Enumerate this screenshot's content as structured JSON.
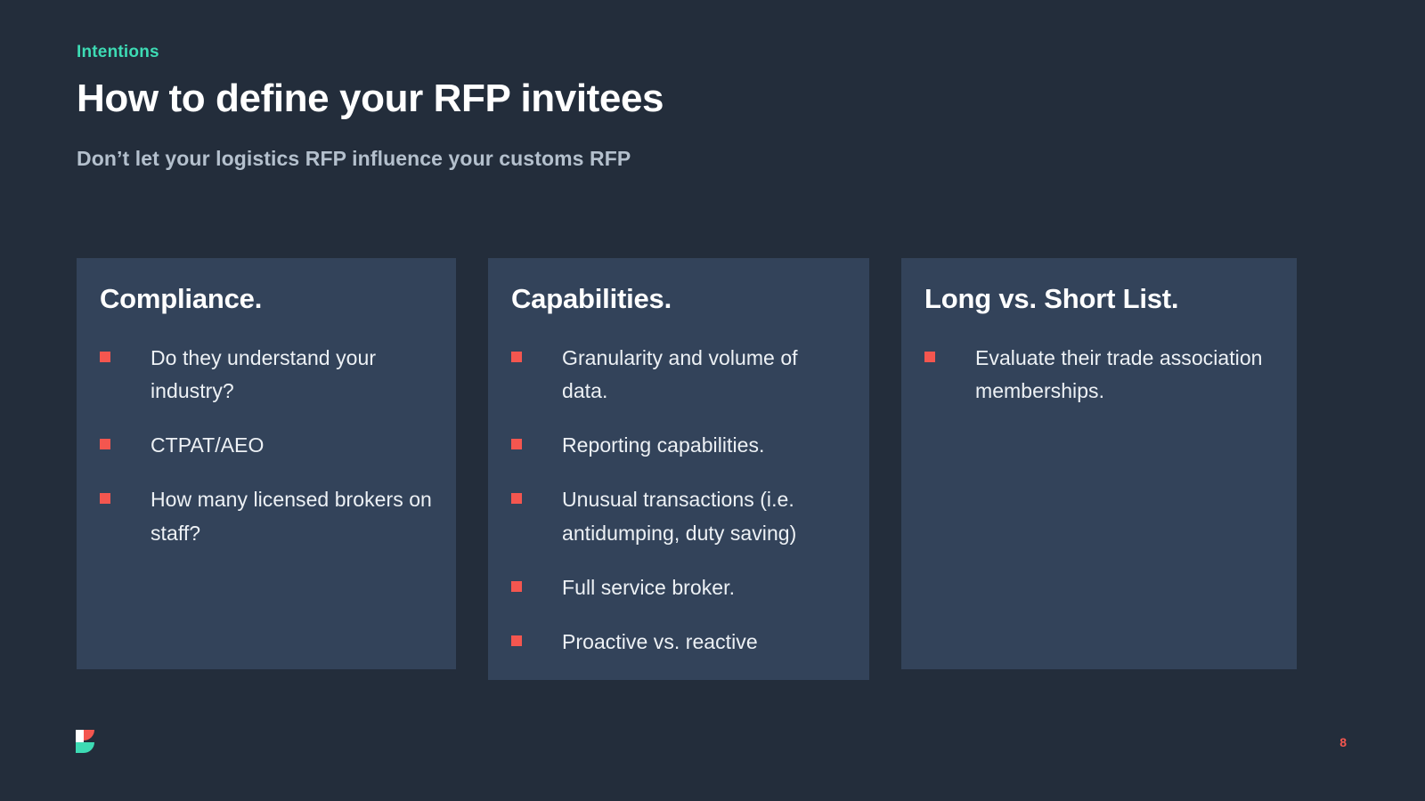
{
  "header": {
    "eyebrow": "Intentions",
    "title": "How to define your RFP invitees",
    "subtitle": "Don’t let your logistics RFP influence your customs RFP"
  },
  "cards": [
    {
      "title": "Compliance.",
      "bullets": [
        "Do they understand your industry?",
        "CTPAT/AEO",
        "How many licensed brokers on staff?"
      ]
    },
    {
      "title": "Capabilities.",
      "bullets": [
        "Granularity and volume of data.",
        "Reporting capabilities.",
        "Unusual transactions (i.e. antidumping, duty saving)",
        "Full service broker.",
        "Proactive vs. reactive"
      ]
    },
    {
      "title": "Long vs. Short List.",
      "bullets": [
        "Evaluate their trade association memberships."
      ]
    }
  ],
  "footer": {
    "page_number": "8",
    "logo_name": "company-logo-mark"
  },
  "colors": {
    "background": "#232d3b",
    "card_background": "#33435a",
    "accent_teal": "#3ddbb4",
    "accent_red": "#f4564f",
    "title_text": "#ffffff",
    "subtitle_text": "#b4c0cd",
    "body_text": "#edf1f5"
  }
}
